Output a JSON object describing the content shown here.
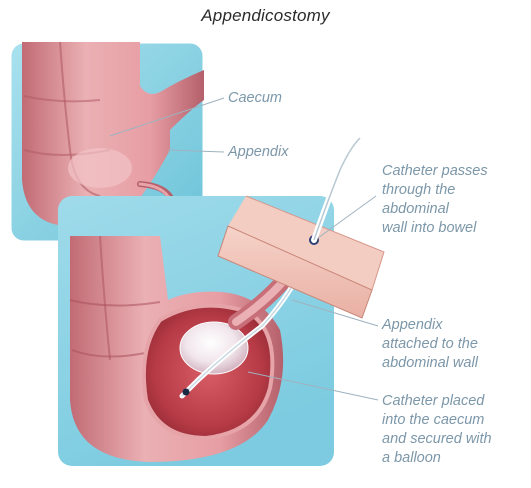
{
  "title": "Appendicostomy",
  "labels": {
    "caecum": "Caecum",
    "appendix": "Appendix",
    "catheter_passes": [
      "Catheter passes",
      "through the",
      "abdominal",
      "wall into bowel"
    ],
    "appendix_attached": [
      "Appendix",
      "attached to the",
      "abdominal wall"
    ],
    "catheter_placed": [
      "Catheter placed",
      "into the caecum",
      "and secured with",
      "a balloon"
    ]
  },
  "colors": {
    "inset_background": "#8ad3e4",
    "bowel": "#e8a3a8",
    "bowel_dark": "#b55b66",
    "cavity": "#c2464f",
    "label_text": "#7c97a9"
  }
}
